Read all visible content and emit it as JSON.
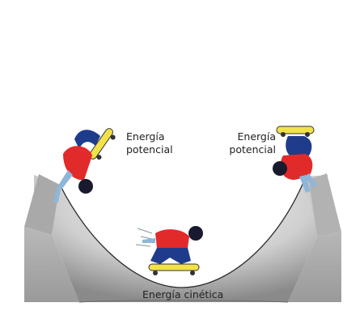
{
  "labels": {
    "left_line1": "Energía",
    "left_line2": "potencial",
    "right_line1": "Energía",
    "right_line2": "potencial",
    "bottom": "Energía cinética"
  },
  "colors": {
    "shirt": "#e12a2a",
    "pants": "#1f3c8c",
    "skin": "#8fb6d8",
    "board": "#f2e24a",
    "helmet": "#1a1a2e",
    "ramp_light": "#e8e8e8",
    "ramp_dark": "#8c8c8c"
  }
}
